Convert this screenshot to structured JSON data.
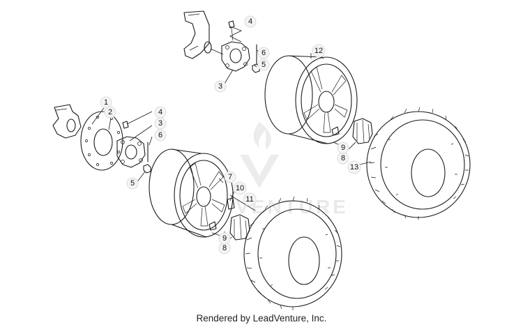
{
  "diagram": {
    "callouts": [
      {
        "id": "c1",
        "label": "1"
      },
      {
        "id": "c2",
        "label": "2"
      },
      {
        "id": "c3a",
        "label": "3"
      },
      {
        "id": "c3b",
        "label": "3"
      },
      {
        "id": "c4a",
        "label": "4"
      },
      {
        "id": "c4b",
        "label": "4"
      },
      {
        "id": "c5a",
        "label": "5"
      },
      {
        "id": "c5b",
        "label": "5"
      },
      {
        "id": "c6a",
        "label": "6"
      },
      {
        "id": "c6b",
        "label": "6"
      },
      {
        "id": "c7",
        "label": "7"
      },
      {
        "id": "c8a",
        "label": "8"
      },
      {
        "id": "c8b",
        "label": "8"
      },
      {
        "id": "c9a",
        "label": "9"
      },
      {
        "id": "c9b",
        "label": "9"
      },
      {
        "id": "c10",
        "label": "10"
      },
      {
        "id": "c11",
        "label": "11"
      },
      {
        "id": "c12",
        "label": "12"
      },
      {
        "id": "c13",
        "label": "13"
      }
    ]
  },
  "watermark": {
    "text": "VENTURE"
  },
  "footer": {
    "text": "Rendered by LeadVenture, Inc."
  }
}
